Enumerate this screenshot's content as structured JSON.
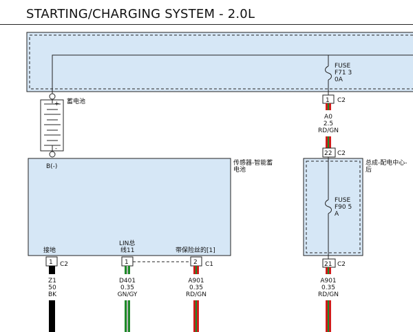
{
  "title": "STARTING/CHARGING SYSTEM - 2.0L",
  "colors": {
    "box_fill": "#d6e7f6",
    "wire_red": "#d11a1a",
    "wire_green": "#1f8a2a",
    "wire_black": "#000000",
    "wire_gray": "#b8b8b8"
  },
  "top_fuse": {
    "label": "FUSE",
    "line1": "F71 3",
    "line2": "0A"
  },
  "battery": {
    "name": "蓄电池",
    "plus": "+",
    "minus": "-"
  },
  "sensor": {
    "name_line1": "传感器-智能蓄",
    "name_line2": "电池",
    "terminal": "B(-)",
    "pin_ground": "接地",
    "pin_lin_line1": "LIN总",
    "pin_lin_line2": "线11",
    "pin_fused": "带保险丝的[1]"
  },
  "junction": {
    "name_line1": "总成-配电中心-",
    "name_line2": "后",
    "fuse_label": "FUSE",
    "fuse_line1": "F90 5",
    "fuse_line2": "A"
  },
  "connectors": {
    "c_top_pin": "1",
    "c_top_name": "C2",
    "c_22_pin": "22",
    "c_22_name": "C2",
    "c_21_pin": "21",
    "c_21_name": "C2",
    "c_gnd_pin": "1",
    "c_gnd_name": "C2",
    "c_lin_pin": "1",
    "c_fused_pin": "2",
    "c_fused_name": "C1"
  },
  "wires": {
    "a0": {
      "circuit": "A0",
      "size": "2.5",
      "color": "RD/GN"
    },
    "z1": {
      "circuit": "Z1",
      "size": "50",
      "color": "BK"
    },
    "d401": {
      "circuit": "D401",
      "size": "0.35",
      "color": "GN/GY"
    },
    "a901_left": {
      "circuit": "A901",
      "size": "0.35",
      "color": "RD/GN"
    },
    "a901_right": {
      "circuit": "A901",
      "size": "0.35",
      "color": "RD/GN"
    }
  }
}
